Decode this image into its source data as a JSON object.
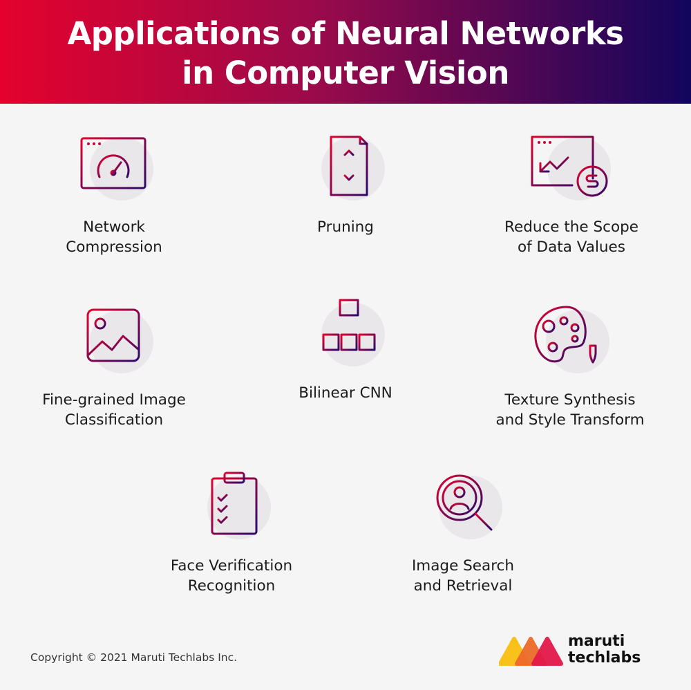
{
  "header": {
    "title_line1": "Applications of Neural Networks",
    "title_line2": "in Computer Vision"
  },
  "colors": {
    "gradient_start": "#e4022d",
    "gradient_end": "#12055c",
    "background": "#f4f5f4"
  },
  "items": [
    {
      "label": "Network\nCompression",
      "icon": "speedometer-window-icon"
    },
    {
      "label": "Pruning",
      "icon": "document-up-down-icon"
    },
    {
      "label": "Reduce the Scope\nof Data Values",
      "icon": "chart-window-dollar-icon"
    },
    {
      "label": "Fine-grained Image\nClassification",
      "icon": "image-icon"
    },
    {
      "label": "Bilinear CNN",
      "icon": "hierarchy-icon"
    },
    {
      "label": "Texture Synthesis\nand Style Transform",
      "icon": "palette-brush-icon"
    },
    {
      "label": "Face Verification\nRecognition",
      "icon": "clipboard-checklist-icon"
    },
    {
      "label": "Image Search\nand Retrieval",
      "icon": "magnifier-user-icon"
    }
  ],
  "footer": {
    "copyright": "Copyright © 2021 Maruti Techlabs Inc.",
    "logo_line1": "maruti",
    "logo_line2": "techlabs"
  }
}
